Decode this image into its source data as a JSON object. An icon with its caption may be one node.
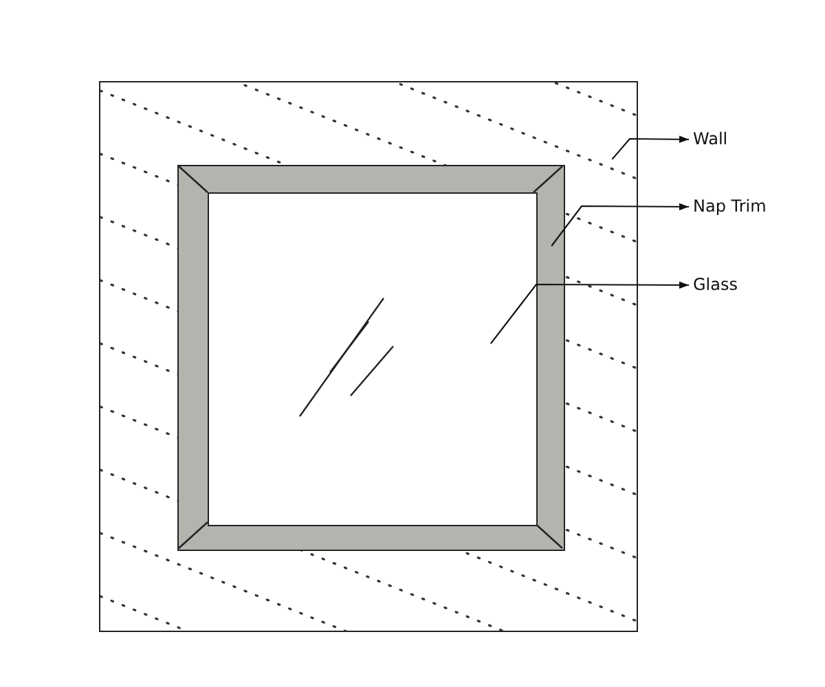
{
  "diagram": {
    "nodes": [
      {
        "text": [],
        "shape": "box"
      },
      {
        "text": [],
        "shape": "box",
        "in": 0
      },
      {
        "text": [],
        "shape": "box",
        "in": 1
      },
      {
        "text": [
          "Wall"
        ]
      },
      {
        "text": [
          "Nap Trim"
        ]
      },
      {
        "text": [
          "Glass"
        ]
      }
    ],
    "edges": [
      {
        "from": 0,
        "to": 3,
        "arrow": "to"
      },
      {
        "from": 1,
        "to": 4,
        "arrow": "to"
      },
      {
        "from": 2,
        "to": 5,
        "arrow": "to"
      }
    ]
  }
}
